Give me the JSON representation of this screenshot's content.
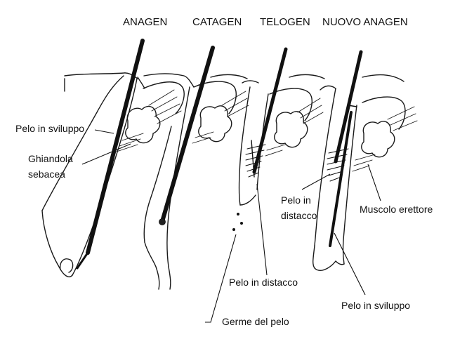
{
  "stages": {
    "anagen": "ANAGEN",
    "catagen": "CATAGEN",
    "telogen": "TELOGEN",
    "nuovo_anagen": "NUOVO ANAGEN"
  },
  "labels": {
    "pelo_in_sviluppo_left": "Pelo in sviluppo",
    "ghiandola_line1": "Ghiandola",
    "ghiandola_line2": "sebacea",
    "pelo_in_distacco_center": "Pelo in distacco",
    "germe_del_pelo": "Germe del pelo",
    "pelo_in_line1": "Pelo in",
    "distacco_line2": "distacco",
    "muscolo_erettore": "Muscolo erettore",
    "pelo_in_sviluppo_right": "Pelo in sviluppo"
  },
  "colors": {
    "ink": "#111111",
    "background": "#ffffff"
  }
}
